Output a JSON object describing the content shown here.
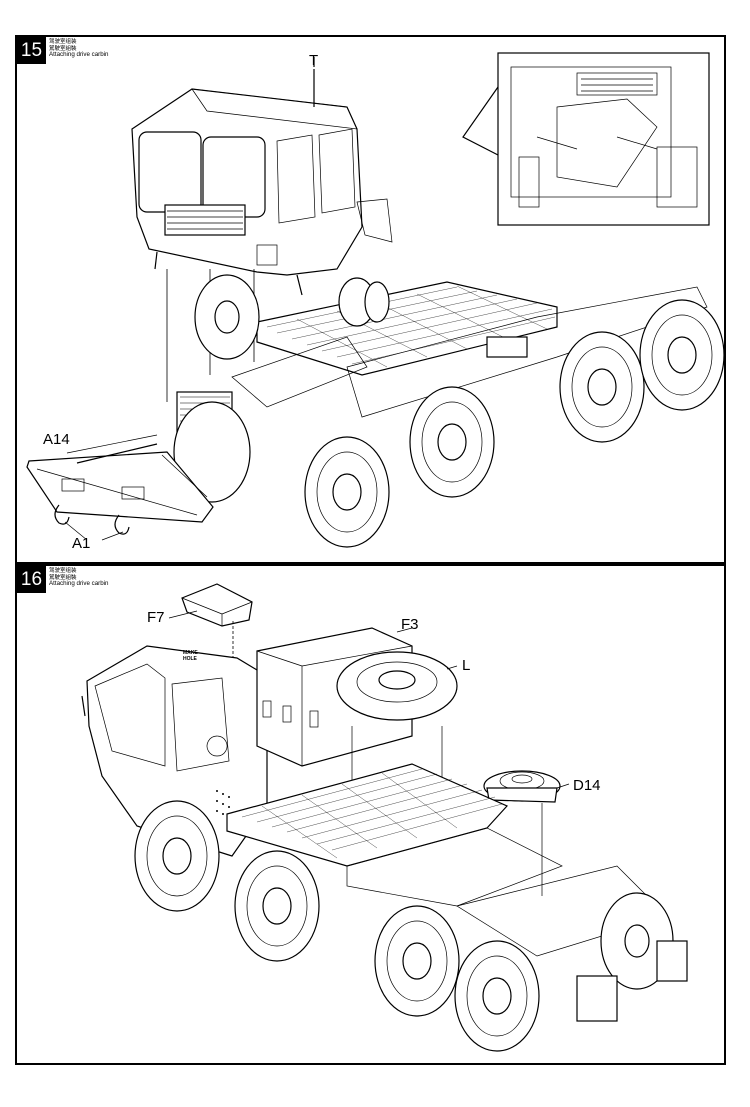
{
  "steps": [
    {
      "number": "15",
      "caption_line1": "驾驶室组装",
      "caption_line2": "駕駛室組裝",
      "caption_en": "Attaching drive carbin",
      "labels": {
        "cab": "T",
        "bumper": "A14",
        "hooks": "A1"
      }
    },
    {
      "number": "16",
      "caption_line1": "驾驶室组装",
      "caption_line2": "駕駛室組裝",
      "caption_en": "Attaching drive carbin",
      "labels": {
        "roof_box": "F7",
        "toolbox": "F3",
        "spare_wheel": "L",
        "fifth_wheel": "D14"
      },
      "make_hole_line1": "MAKE",
      "make_hole_line2": "HOLE"
    }
  ],
  "colors": {
    "ink": "#000000",
    "paper": "#ffffff",
    "make_hole_line": "#d9262b"
  }
}
